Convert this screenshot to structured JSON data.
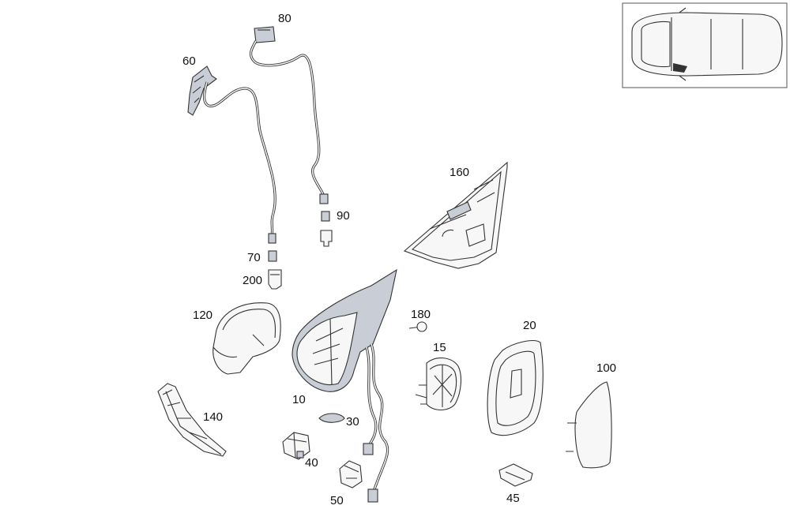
{
  "labels": {
    "p10": "10",
    "p15": "15",
    "p20": "20",
    "p30": "30",
    "p40": "40",
    "p45": "45",
    "p50": "50",
    "p60": "60",
    "p70": "70",
    "p80": "80",
    "p90": "90",
    "p100": "100",
    "p120": "120",
    "p140": "140",
    "p160": "160",
    "p180": "180",
    "p200": "200"
  },
  "colors": {
    "line": "#333333",
    "housing_fill": "#c9ced6",
    "part_fill": "#f7f7f7"
  }
}
